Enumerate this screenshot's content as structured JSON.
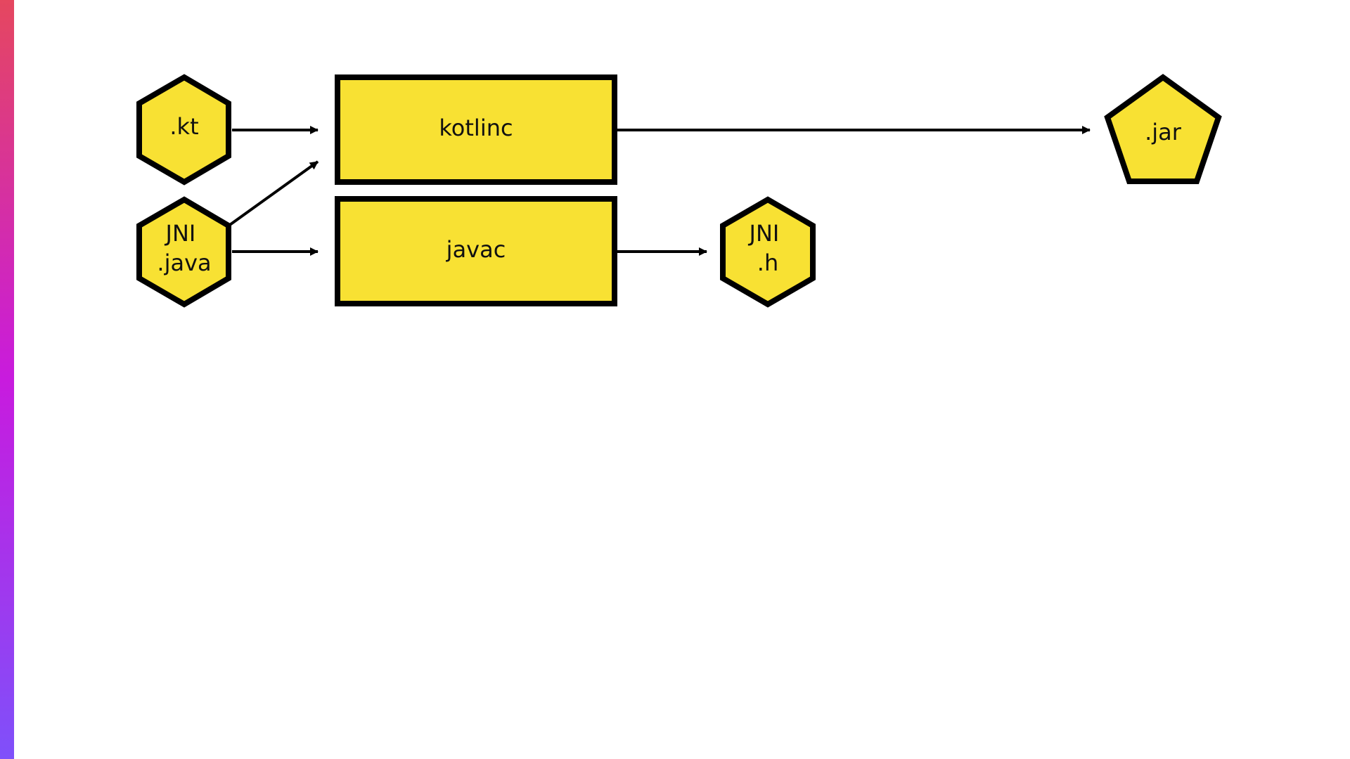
{
  "colors": {
    "node_fill": "#F8E133",
    "node_stroke": "#000000",
    "arrow": "#000000",
    "accent_gradient": [
      "#E5475F",
      "#C81BDE",
      "#7F50FA"
    ]
  },
  "nodes": {
    "kt": {
      "shape": "hexagon",
      "lines": [
        ".kt"
      ]
    },
    "jni_java": {
      "shape": "hexagon",
      "lines": [
        "JNI",
        ".java"
      ]
    },
    "kotlinc": {
      "shape": "rectangle",
      "lines": [
        "kotlinc"
      ]
    },
    "javac": {
      "shape": "rectangle",
      "lines": [
        "javac"
      ]
    },
    "jni_h": {
      "shape": "hexagon",
      "lines": [
        "JNI",
        ".h"
      ]
    },
    "jar": {
      "shape": "pentagon",
      "lines": [
        ".jar"
      ]
    }
  },
  "edges": [
    {
      "from": "kt",
      "to": "kotlinc"
    },
    {
      "from": "jni_java",
      "to": "kotlinc"
    },
    {
      "from": "jni_java",
      "to": "javac"
    },
    {
      "from": "kotlinc",
      "to": "jar"
    },
    {
      "from": "javac",
      "to": "jni_h"
    }
  ]
}
